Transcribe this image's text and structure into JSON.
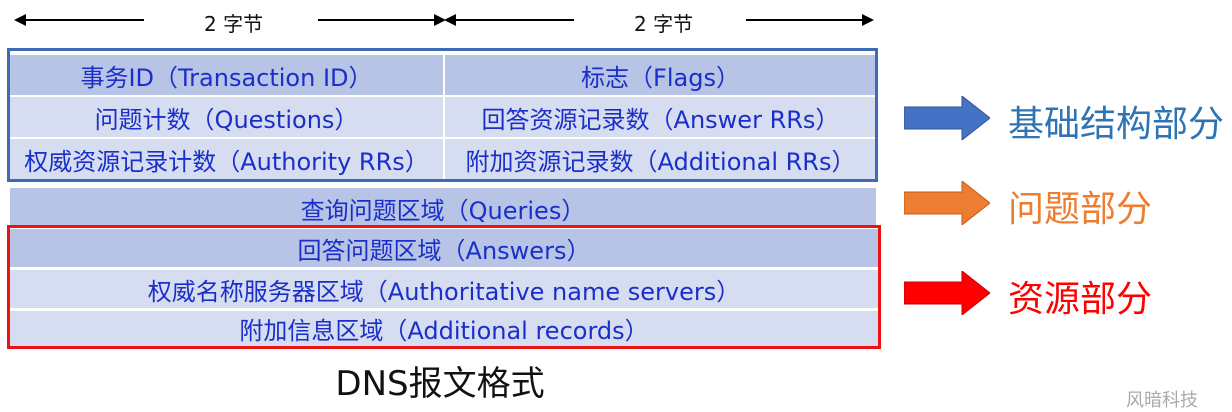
{
  "byte_labels": [
    "2 字节",
    "2 字节"
  ],
  "header_rows": [
    [
      "事务ID（Transaction ID）",
      "标志（Flags）"
    ],
    [
      "问题计数（Questions）",
      "回答资源记录数（Answer RRs）"
    ],
    [
      "权威资源记录计数（Authority RRs）",
      "附加资源记录数（Additional RRs）"
    ]
  ],
  "queries_row": "查询问题区域（Queries）",
  "resource_rows": [
    "回答问题区域（Answers）",
    "权威名称服务器区域（Authoritative name servers）",
    "附加信息区域（Additional records）"
  ],
  "legend": [
    {
      "label": "基础结构部分",
      "color": "#2e74b5",
      "arrow_color": "#4472c4"
    },
    {
      "label": "问题部分",
      "color": "#ed7d31",
      "arrow_color": "#ed7d31"
    },
    {
      "label": "资源部分",
      "color": "#ff0000",
      "arrow_color": "#ff0000"
    }
  ],
  "caption": "DNS报文格式",
  "watermark": "风暗科技",
  "colors": {
    "text": "#1a2fc9",
    "cell_dark": "#b7c4e6",
    "cell_light": "#d6ddf0",
    "frame_blue": "#3e6cb4",
    "frame_red": "#ee1111"
  }
}
